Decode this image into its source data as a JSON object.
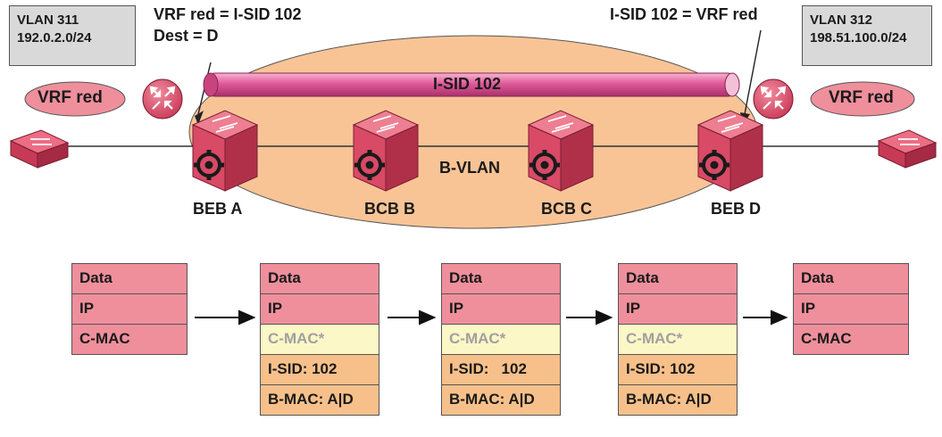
{
  "vlan_left": {
    "vlan": "VLAN 311",
    "subnet": "192.0.2.0/24"
  },
  "vlan_right": {
    "vlan": "VLAN 312",
    "subnet": "198.51.100.0/24"
  },
  "annotations": {
    "left_line1": "VRF red = I-SID 102",
    "left_line2": "Dest = D",
    "right_line1": "I-SID 102 = VRF red"
  },
  "vrf_left": "VRF red",
  "vrf_right": "VRF red",
  "tunnel_label": "I-SID 102",
  "bvlan_label": "B-VLAN",
  "nodes": [
    "BEB A",
    "BCB B",
    "BCB C",
    "BEB D"
  ],
  "frames": [
    {
      "rows": [
        "Data",
        "IP",
        "C-MAC"
      ],
      "styles": [
        "data",
        "data",
        "cmac"
      ]
    },
    {
      "rows": [
        "Data",
        "IP",
        "C-MAC*",
        "I-SID: 102",
        "B-MAC: A|D"
      ],
      "styles": [
        "data",
        "data",
        "star",
        "isid",
        "bmac"
      ]
    },
    {
      "rows": [
        "Data",
        "IP",
        "C-MAC*",
        "I-SID:   102",
        "B-MAC: A|D"
      ],
      "styles": [
        "data",
        "data",
        "star",
        "isid",
        "bmac"
      ]
    },
    {
      "rows": [
        "Data",
        "IP",
        "C-MAC*",
        "I-SID: 102",
        "B-MAC: A|D"
      ],
      "styles": [
        "data",
        "data",
        "star",
        "isid",
        "bmac"
      ]
    },
    {
      "rows": [
        "Data",
        "IP",
        "C-MAC"
      ],
      "styles": [
        "data",
        "data",
        "cmac"
      ]
    }
  ],
  "colors": {
    "device": "#e0506a",
    "device_dark": "#b02c45",
    "cloud": "#f8c496",
    "tunnel": "#e05a9a",
    "vrf_ellipse": "#ef8f9c"
  }
}
